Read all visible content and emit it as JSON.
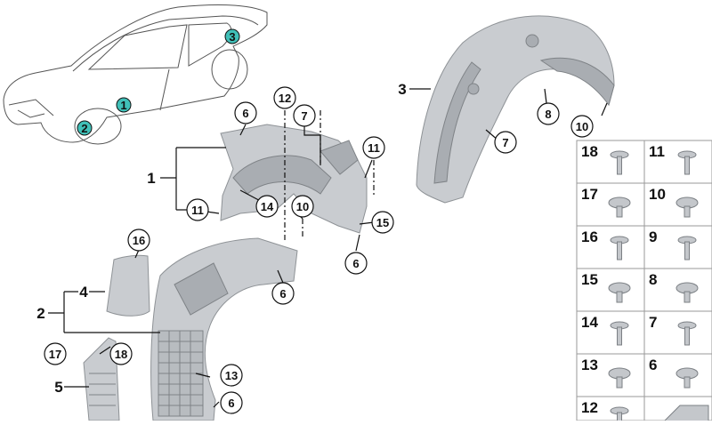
{
  "car_callouts": [
    "1",
    "2",
    "3"
  ],
  "labels": {
    "l1": "1",
    "l2": "2",
    "l3": "3",
    "l4": "4",
    "l5": "5",
    "c6a": "6",
    "c6b": "6",
    "c6c": "6",
    "c6d": "6",
    "c7a": "7",
    "c7b": "7",
    "c8": "8",
    "c10a": "10",
    "c10b": "10",
    "c11a": "11",
    "c11b": "11",
    "c12": "12",
    "c13": "13",
    "c14": "14",
    "c15": "15",
    "c16": "16",
    "c17": "17",
    "c18": "18"
  },
  "hardware_table": [
    [
      "18",
      "11"
    ],
    [
      "17",
      "10"
    ],
    [
      "16",
      "9"
    ],
    [
      "15",
      "8"
    ],
    [
      "14",
      "7"
    ],
    [
      "13",
      "6"
    ],
    [
      "12",
      ""
    ]
  ],
  "colors": {
    "callout_fill": "#40c0b8",
    "part_fill": "#c9ccd0",
    "part_stroke": "#8e9296"
  }
}
